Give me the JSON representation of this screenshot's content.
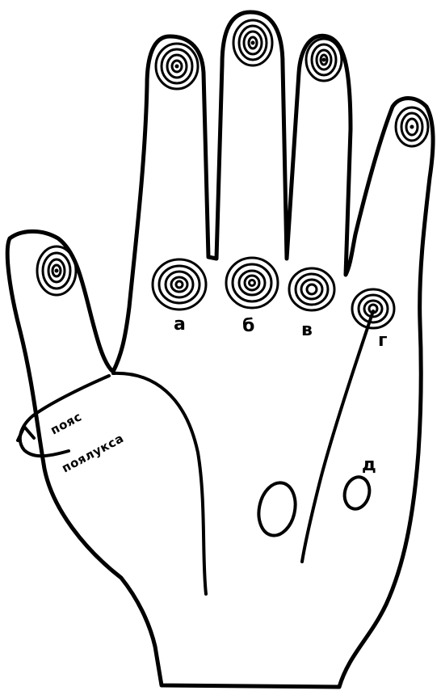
{
  "labels": {
    "a": "а",
    "b": "б",
    "v": "в",
    "g": "г",
    "d": "д"
  },
  "belt": {
    "line1": "пояс",
    "line2": "поялукса"
  }
}
